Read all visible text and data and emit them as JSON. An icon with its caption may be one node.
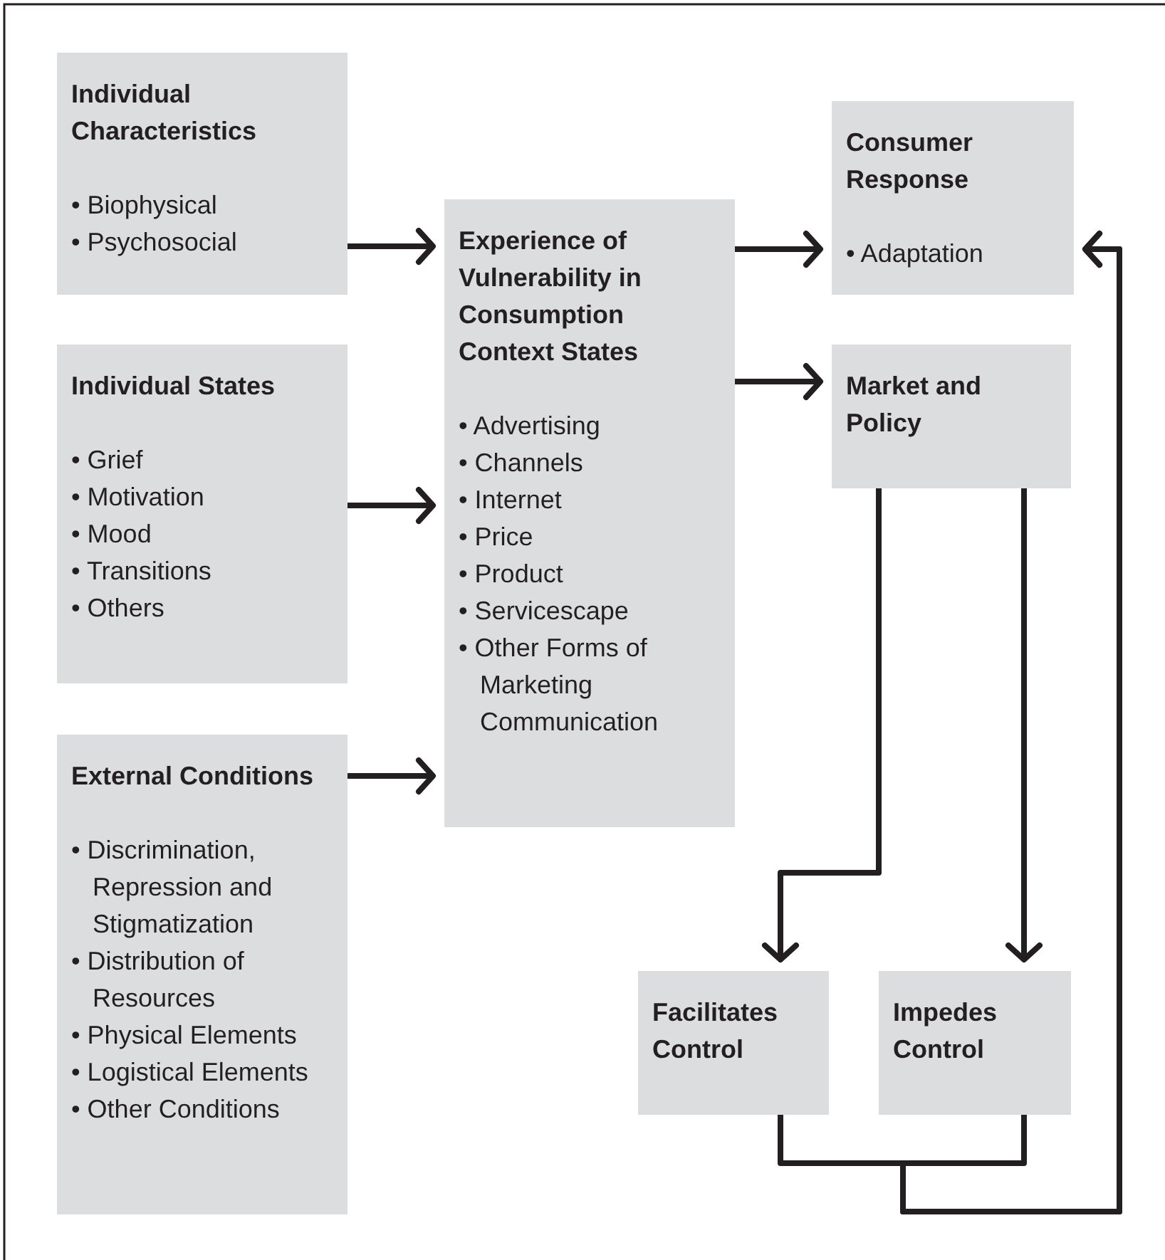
{
  "diagram": {
    "nodes": [
      {
        "text": [
          "Individual Characteristics",
          "• Biophysical",
          "• Psychosocial"
        ]
      },
      {
        "text": [
          "Individual States",
          "• Grief",
          "• Motivation",
          "• Mood",
          "• Transitions",
          "• Others"
        ]
      },
      {
        "text": [
          "External Conditions",
          "• Discrimination, Repression and Stigmatization",
          "• Distribution of Resources",
          "• Physical Elements",
          "• Logistical Elements",
          "• Other Conditions"
        ]
      },
      {
        "text": [
          "Experience of Vulnerability in Consumption Context States",
          "• Advertising",
          "• Channels",
          "• Internet",
          "• Price",
          "• Product",
          "• Servicescape",
          "• Other Forms of Marketing Communication"
        ]
      },
      {
        "text": [
          "Consumer Response",
          "• Adaptation"
        ]
      },
      {
        "text": [
          "Market and Policy"
        ]
      },
      {
        "text": [
          "Facilitates Control"
        ]
      },
      {
        "text": [
          "Impedes Control"
        ]
      }
    ],
    "edges": [
      {
        "from": 0,
        "to": 3,
        "arrow": "to"
      },
      {
        "from": 1,
        "to": 3,
        "arrow": "to"
      },
      {
        "from": 2,
        "to": 3,
        "arrow": "to"
      },
      {
        "from": 3,
        "to": 4,
        "arrow": "to"
      },
      {
        "from": 3,
        "to": 5,
        "arrow": "to"
      },
      {
        "from": 5,
        "to": 6,
        "arrow": "to"
      },
      {
        "from": 5,
        "to": 7,
        "arrow": "to"
      },
      {
        "from": 6,
        "to": 4,
        "arrow": "to"
      },
      {
        "from": 7,
        "to": 4,
        "arrow": "to"
      }
    ]
  }
}
